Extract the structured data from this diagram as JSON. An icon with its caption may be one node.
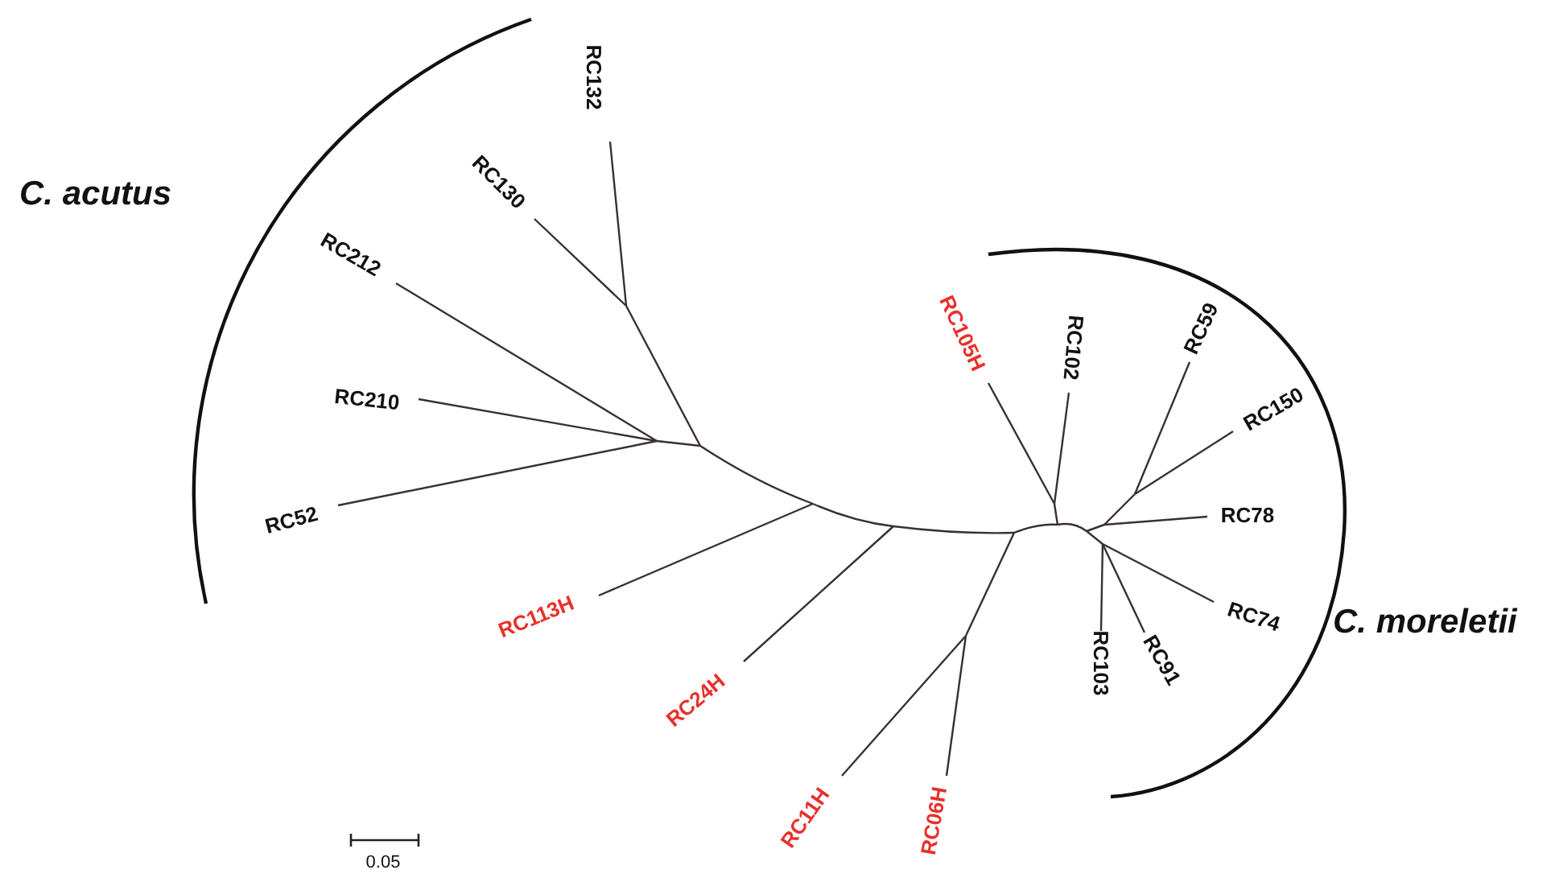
{
  "diagram": {
    "labels": [
      "C. acutus",
      "RC132",
      "RC130",
      "RC212",
      "RC105H",
      "RC102",
      "RC59",
      "RC210",
      "RC150",
      "RC78",
      "RC52",
      "RC113H",
      "RC74",
      "C. moreletii",
      "RC103",
      "RC91",
      "RC24H",
      "RC11H",
      "RC06H",
      "0.05"
    ]
  }
}
